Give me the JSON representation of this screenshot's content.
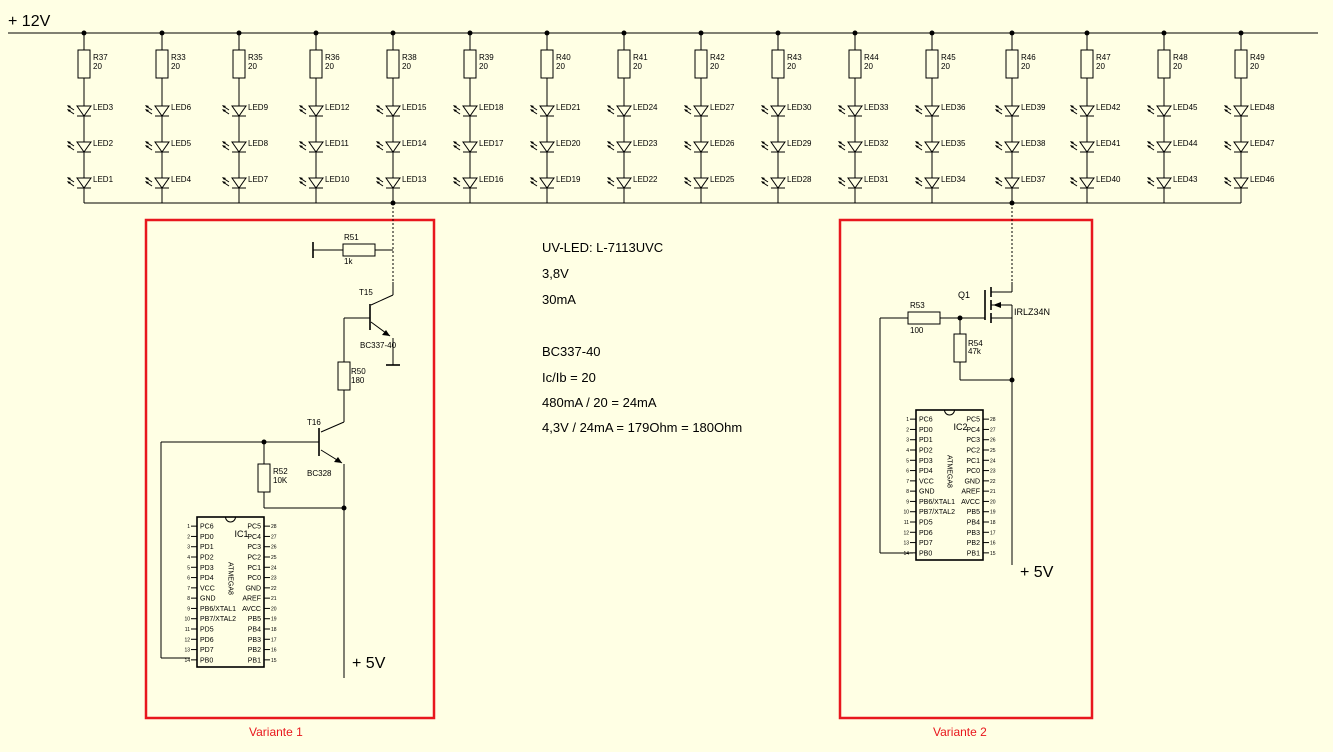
{
  "supply": {
    "top": "+ 12V",
    "v1": "+ 5V",
    "v2": "+ 5V"
  },
  "columns": [
    {
      "r": "R37",
      "val": "20",
      "leds": [
        "LED3",
        "LED2",
        "LED1"
      ]
    },
    {
      "r": "R33",
      "val": "20",
      "leds": [
        "LED6",
        "LED5",
        "LED4"
      ]
    },
    {
      "r": "R35",
      "val": "20",
      "leds": [
        "LED9",
        "LED8",
        "LED7"
      ]
    },
    {
      "r": "R36",
      "val": "20",
      "leds": [
        "LED12",
        "LED11",
        "LED10"
      ]
    },
    {
      "r": "R38",
      "val": "20",
      "leds": [
        "LED15",
        "LED14",
        "LED13"
      ]
    },
    {
      "r": "R39",
      "val": "20",
      "leds": [
        "LED18",
        "LED17",
        "LED16"
      ]
    },
    {
      "r": "R40",
      "val": "20",
      "leds": [
        "LED21",
        "LED20",
        "LED19"
      ]
    },
    {
      "r": "R41",
      "val": "20",
      "leds": [
        "LED24",
        "LED23",
        "LED22"
      ]
    },
    {
      "r": "R42",
      "val": "20",
      "leds": [
        "LED27",
        "LED26",
        "LED25"
      ]
    },
    {
      "r": "R43",
      "val": "20",
      "leds": [
        "LED30",
        "LED29",
        "LED28"
      ]
    },
    {
      "r": "R44",
      "val": "20",
      "leds": [
        "LED33",
        "LED32",
        "LED31"
      ]
    },
    {
      "r": "R45",
      "val": "20",
      "leds": [
        "LED36",
        "LED35",
        "LED34"
      ]
    },
    {
      "r": "R46",
      "val": "20",
      "leds": [
        "LED39",
        "LED38",
        "LED37"
      ]
    },
    {
      "r": "R47",
      "val": "20",
      "leds": [
        "LED42",
        "LED41",
        "LED40"
      ]
    },
    {
      "r": "R48",
      "val": "20",
      "leds": [
        "LED45",
        "LED44",
        "LED43"
      ]
    },
    {
      "r": "R49",
      "val": "20",
      "leds": [
        "LED48",
        "LED47",
        "LED46"
      ]
    }
  ],
  "notes": [
    "UV-LED: L-7113UVC",
    "3,8V",
    "30mA",
    "BC337-40",
    "Ic/Ib = 20",
    "480mA / 20 = 24mA",
    "4,3V / 24mA = 179Ohm = 180Ohm"
  ],
  "variant1": {
    "label": "Variante 1",
    "r51": {
      "name": "R51",
      "val": "1k"
    },
    "t15": {
      "name": "T15",
      "type": "BC337-40"
    },
    "r50": {
      "name": "R50",
      "val": "180"
    },
    "t16": {
      "name": "T16",
      "type": "BC328"
    },
    "r52": {
      "name": "R52",
      "val": "10K"
    },
    "ic": {
      "name": "IC1",
      "part": "ATMEGA8"
    }
  },
  "variant2": {
    "label": "Variante 2",
    "q1": {
      "name": "Q1",
      "type": "IRLZ34N"
    },
    "r53": {
      "name": "R53",
      "val": "100"
    },
    "r54": {
      "name": "R54",
      "val": "47k"
    },
    "ic": {
      "name": "IC2",
      "part": "ATMEGA8"
    }
  },
  "ic_pins": {
    "left": [
      "PC6",
      "PD0",
      "PD1",
      "PD2",
      "PD3",
      "PD4",
      "VCC",
      "GND",
      "PB6/XTAL1",
      "PB7/XTAL2",
      "PD5",
      "PD6",
      "PD7",
      "PB0"
    ],
    "right": [
      "PC5",
      "PC4",
      "PC3",
      "PC2",
      "PC1",
      "PC0",
      "GND",
      "AREF",
      "AVCC",
      "PB5",
      "PB4",
      "PB3",
      "PB2",
      "PB1"
    ],
    "left_nums": [
      "1",
      "2",
      "3",
      "4",
      "5",
      "6",
      "7",
      "8",
      "9",
      "10",
      "11",
      "12",
      "13",
      "14"
    ],
    "right_nums": [
      "28",
      "27",
      "26",
      "25",
      "24",
      "23",
      "22",
      "21",
      "20",
      "19",
      "18",
      "17",
      "16",
      "15"
    ]
  },
  "colors": {
    "background": "#ffffe4",
    "frame": "#e8171d",
    "wire": "#000000"
  }
}
